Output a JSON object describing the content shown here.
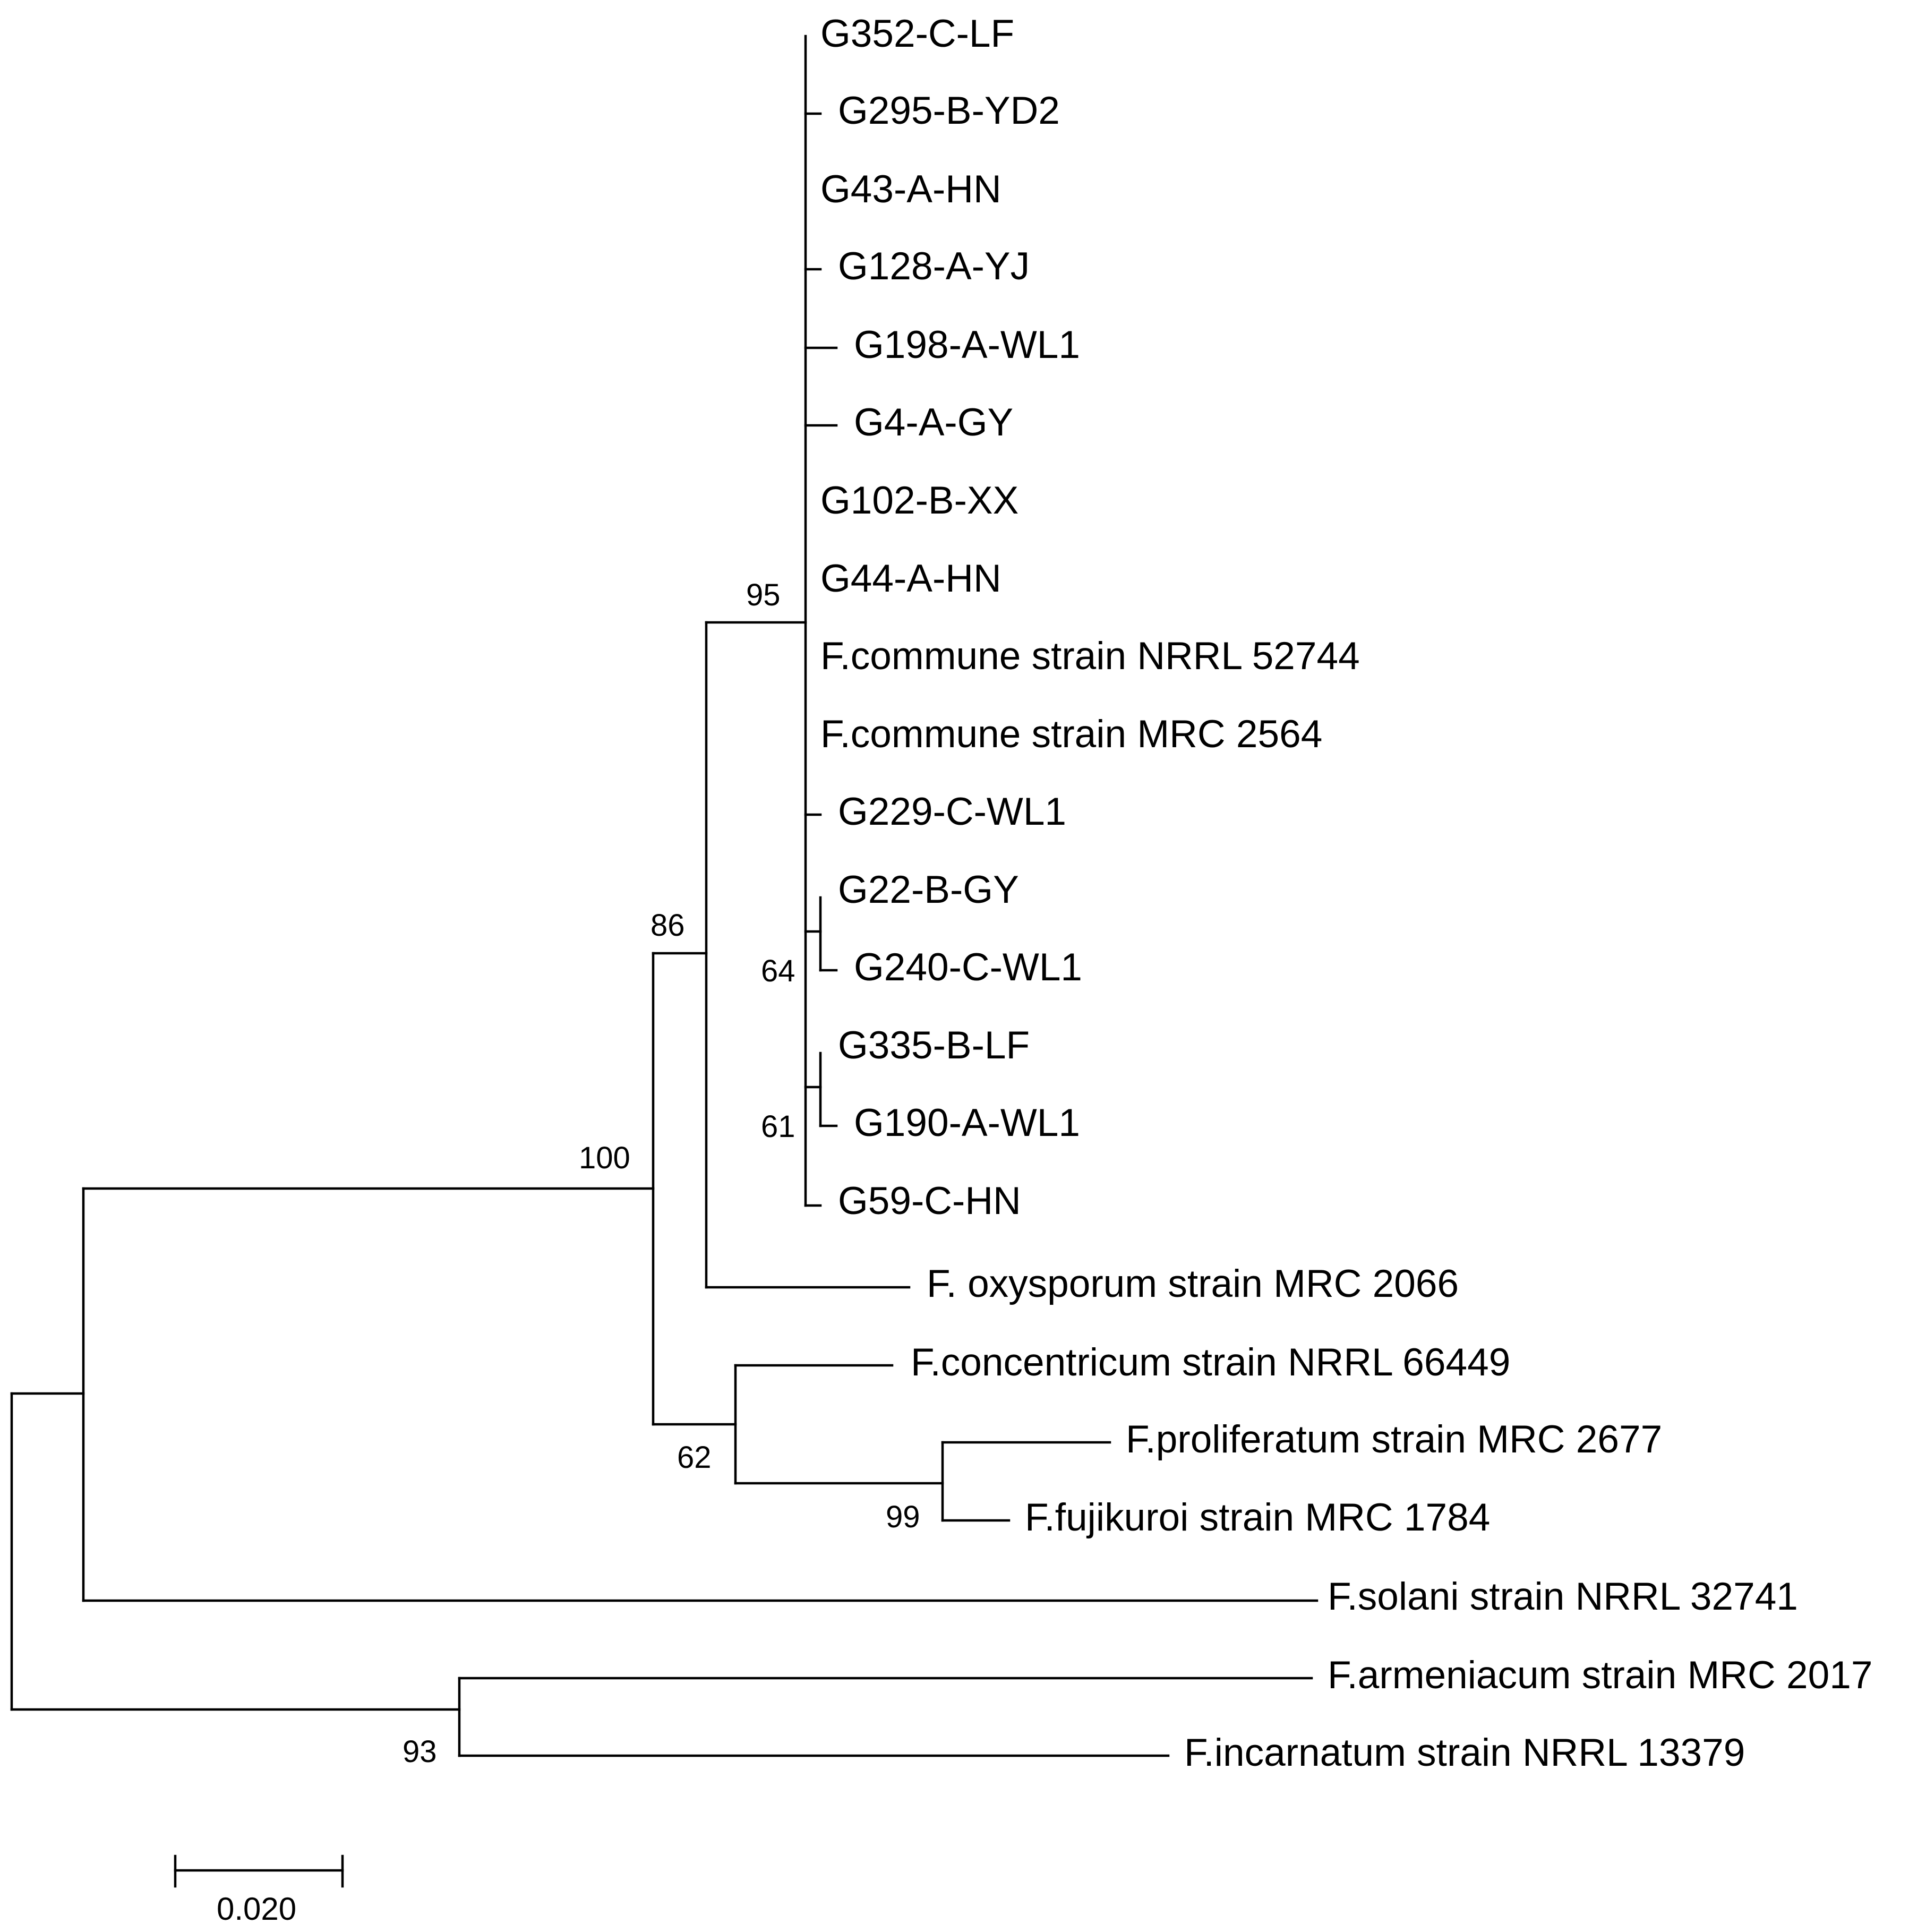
{
  "tree": {
    "leaves": [
      {
        "label": "G352-C-LF"
      },
      {
        "label": "G295-B-YD2"
      },
      {
        "label": "G43-A-HN"
      },
      {
        "label": "G128-A-YJ"
      },
      {
        "label": "G198-A-WL1"
      },
      {
        "label": "G4-A-GY"
      },
      {
        "label": "G102-B-XX"
      },
      {
        "label": "G44-A-HN"
      },
      {
        "label": "F.commune strain NRRL 52744"
      },
      {
        "label": "F.commune strain MRC 2564"
      },
      {
        "label": "G229-C-WL1"
      },
      {
        "label": "G22-B-GY"
      },
      {
        "label": "G240-C-WL1"
      },
      {
        "label": "G335-B-LF"
      },
      {
        "label": "G190-A-WL1"
      },
      {
        "label": "G59-C-HN"
      },
      {
        "label": "F. oxysporum strain MRC 2066"
      },
      {
        "label": "F.concentricum strain NRRL 66449"
      },
      {
        "label": "F.proliferatum strain MRC 2677"
      },
      {
        "label": "F.fujikuroi strain MRC 1784"
      },
      {
        "label": "F.solani strain NRRL 32741"
      },
      {
        "label": "F.armeniacum strain MRC 2017"
      },
      {
        "label": "F.incarnatum strain NRRL 13379"
      }
    ],
    "support_values": {
      "commune_clade": "95",
      "oxysporum_clade": "86",
      "fujikuroi_complex": "100",
      "g22_g240": "64",
      "g335_g190": "61",
      "concentricum_group": "62",
      "proliferatum_fujikuroi": "99",
      "armeniacum_incarnatum": "93"
    },
    "scale_bar": {
      "label": "0.020"
    }
  }
}
